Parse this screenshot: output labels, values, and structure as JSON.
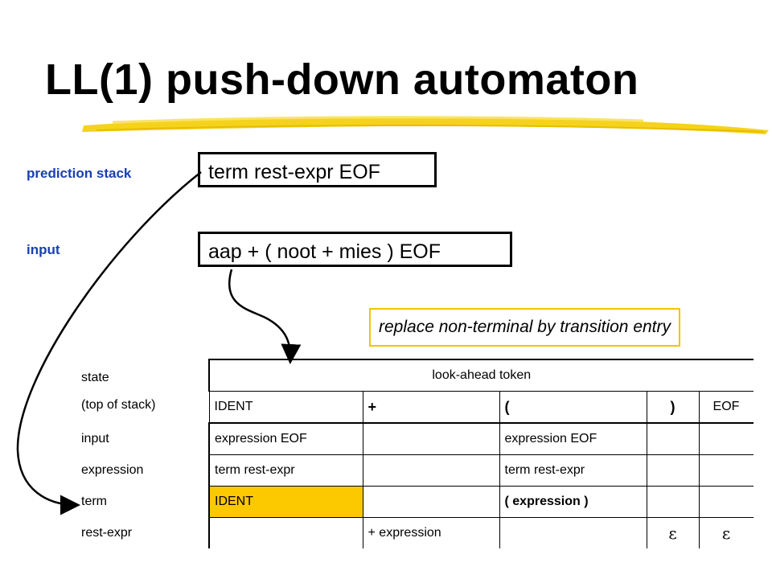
{
  "title": "LL(1) push-down automaton",
  "labels": {
    "prediction_stack": "prediction stack",
    "input": "input"
  },
  "prediction_stack_box": "term rest-expr EOF",
  "input_box": "aap + ( noot + mies ) EOF",
  "note": "replace non-terminal by transition entry",
  "colors": {
    "label_blue": "#1a3fb0",
    "highlight": "#fcc800",
    "note_border": "#f0c400"
  },
  "table": {
    "state_header_line1": "state",
    "state_header_line2": "(top of stack)",
    "lookahead_header": "look-ahead token",
    "tokens": [
      "IDENT",
      "+",
      "(",
      ")",
      "EOF"
    ],
    "rows": [
      {
        "state": "input",
        "cells": [
          "expression EOF",
          "",
          "expression EOF",
          "",
          ""
        ]
      },
      {
        "state": "expression",
        "cells": [
          "term rest-expr",
          "",
          "term rest-expr",
          "",
          ""
        ]
      },
      {
        "state": "term",
        "cells": [
          "IDENT",
          "",
          "( expression )",
          "",
          ""
        ]
      },
      {
        "state": "rest-expr",
        "cells": [
          "",
          "+ expression",
          "",
          "ε",
          "ε"
        ]
      }
    ]
  }
}
